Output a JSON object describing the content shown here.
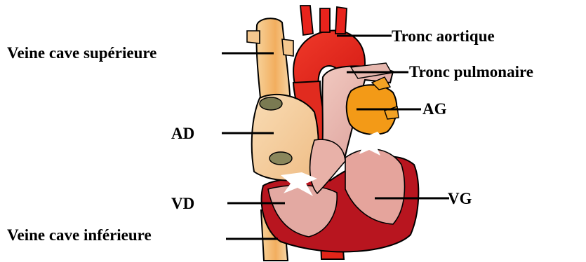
{
  "labels": {
    "veine_cave_sup": "Veine cave supérieure",
    "tronc_aortique": "Tronc aortique",
    "tronc_pulmonaire": "Tronc pulmonaire",
    "ag": "AG",
    "ad": "AD",
    "vd": "VD",
    "vg": "VG",
    "veine_cave_inf": "Veine cave inférieure"
  },
  "colors": {
    "aorta": "#e8231c",
    "vena_cava": "#f2b56b",
    "atrium_right": "#f5cfa0",
    "atrium_left": "#f39a17",
    "myocardium": "#b0131f",
    "pulmonary": "#e7b4ad",
    "label_line": "#000000"
  }
}
